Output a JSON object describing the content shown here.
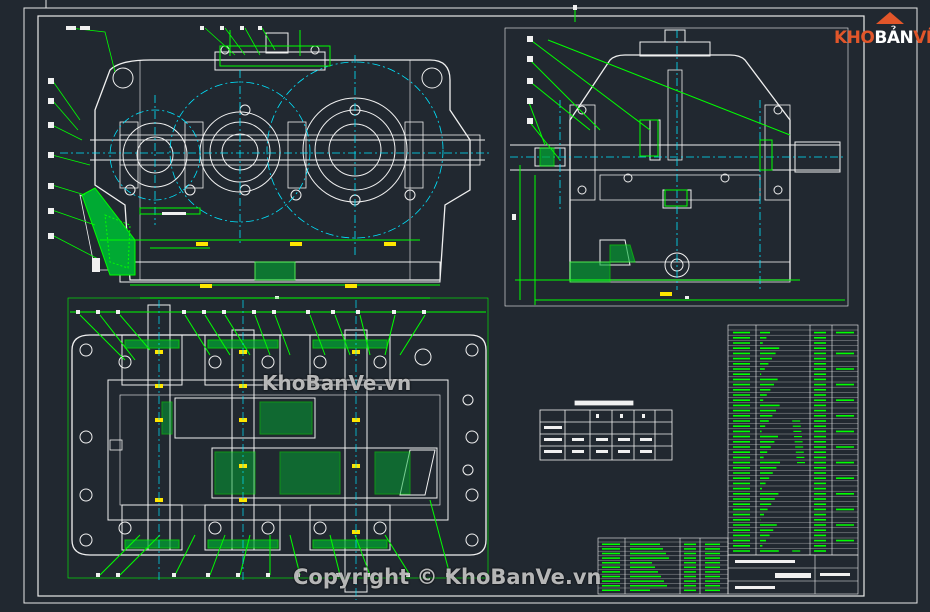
{
  "logo": {
    "part1": "KHO",
    "part2": "BẢN",
    "part3": "VẼ"
  },
  "watermarks": {
    "center": "KhoBanVe.vn",
    "bottom": "Copyright © KhoBanVe.vn"
  },
  "colors": {
    "background": "#212830",
    "line": "#f0f0f0",
    "dim": "#00ff00",
    "center": "#00e5ff",
    "highlight": "#ffe600",
    "logo": "#e2562a"
  },
  "icons": {
    "logo": "house-roof-icon"
  }
}
